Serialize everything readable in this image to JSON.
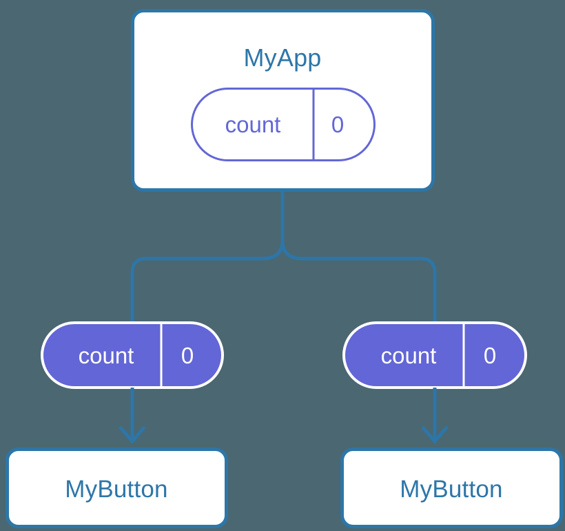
{
  "diagram": {
    "type": "component-tree",
    "background_color": "#4b6771",
    "colors": {
      "accent_blue": "#2d76a8",
      "purple": "#6366d6",
      "white": "#ffffff"
    },
    "nodes": {
      "root": {
        "name": "root-component",
        "title": "MyApp",
        "style": "outlined-box",
        "state_pill": {
          "key": "count",
          "value": "0",
          "style": "outlined-pill"
        }
      },
      "props": [
        {
          "name": "left-prop-pill",
          "key": "count",
          "value": "0",
          "style": "filled-pill"
        },
        {
          "name": "right-prop-pill",
          "key": "count",
          "value": "0",
          "style": "filled-pill"
        }
      ],
      "children": [
        {
          "name": "left-child-component",
          "title": "MyButton",
          "style": "outlined-box"
        },
        {
          "name": "right-child-component",
          "title": "MyButton",
          "style": "outlined-box"
        }
      ]
    },
    "connectors": {
      "fork": "root-splits-to-two-branches",
      "arrows": "prop-pill-points-down-to-child"
    }
  }
}
